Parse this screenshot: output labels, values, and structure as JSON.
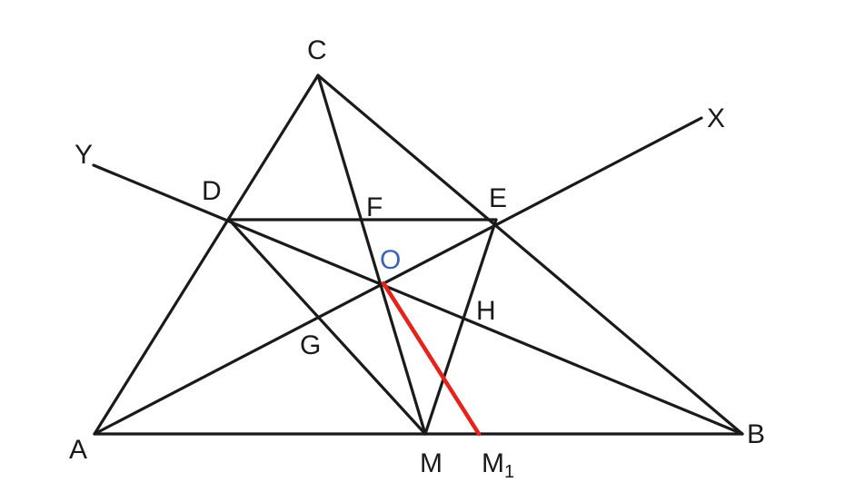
{
  "figure": {
    "labels": {
      "A": "A",
      "B": "B",
      "C": "C",
      "D": "D",
      "E": "E",
      "F": "F",
      "G": "G",
      "H": "H",
      "O": "O",
      "M": "M",
      "M1_base": "M",
      "M1_sub": "1",
      "X": "X",
      "Y": "Y"
    },
    "colors": {
      "line": "#1a1a1a",
      "highlight": "#e8221b",
      "point_O": "#3a63b8",
      "label_G": "#2a2a2a"
    }
  }
}
